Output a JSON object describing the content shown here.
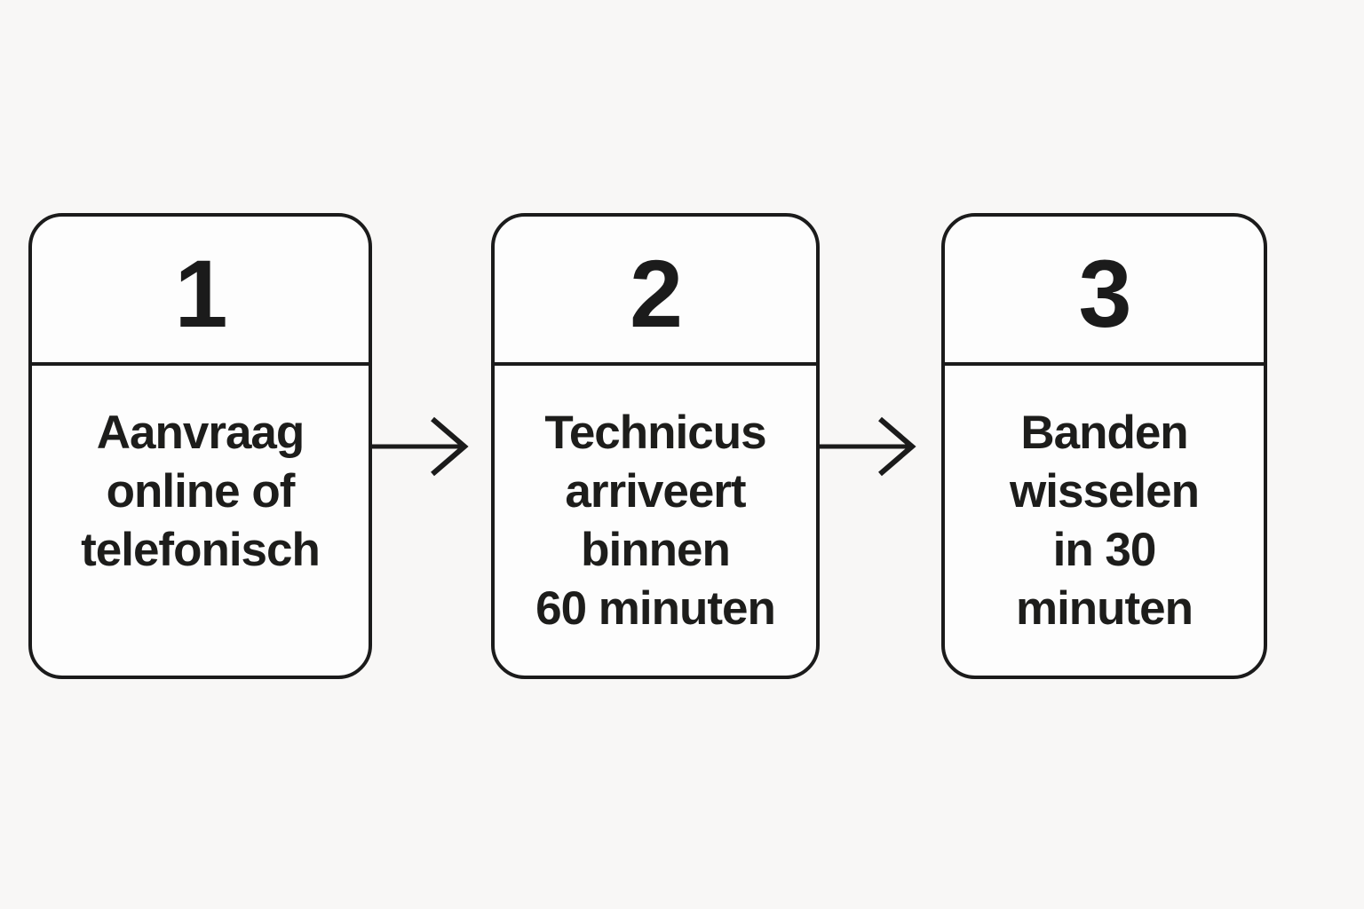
{
  "colors": {
    "background": "#f8f7f6",
    "card_fill": "#fdfdfd",
    "ink": "#1b1b1b"
  },
  "diagram": {
    "type": "process-flow",
    "steps": [
      {
        "number": "1",
        "lines": [
          "Aanvraag",
          "online of",
          "telefonisch"
        ]
      },
      {
        "number": "2",
        "lines": [
          "Technicus",
          "arriveert",
          "binnen",
          "60 minuten"
        ]
      },
      {
        "number": "3",
        "lines": [
          "Banden",
          "wisselen",
          "in 30",
          "minuten"
        ]
      }
    ],
    "connectors": [
      {
        "icon": "arrow-right-icon",
        "from": "1",
        "to": "2"
      },
      {
        "icon": "arrow-right-icon",
        "from": "2",
        "to": "3"
      }
    ]
  }
}
